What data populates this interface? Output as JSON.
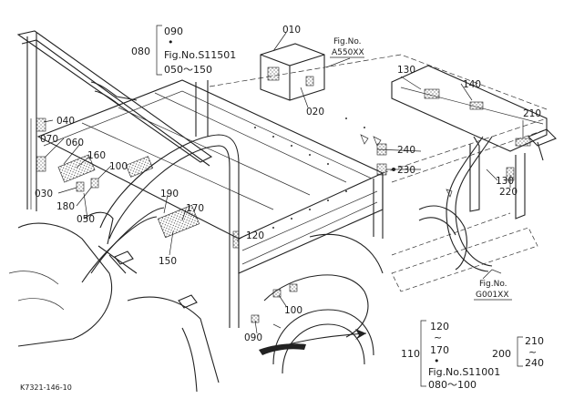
{
  "drawing": {
    "code": "K7321-146-10",
    "parts": [
      "010",
      "020",
      "030",
      "040",
      "050",
      "060",
      "070",
      "090",
      "100",
      "120",
      "130",
      "140",
      "150",
      "160",
      "170",
      "180",
      "190",
      "210",
      "220",
      "230",
      "240"
    ],
    "groups": {
      "g080": {
        "label": "080",
        "top": "090",
        "dot": "•",
        "ref": "Fig.No.S11501",
        "range": "050～150"
      },
      "g110": {
        "label": "110",
        "top": "120",
        "tilde": "~",
        "bottom": "170",
        "dot": "•",
        "ref": "Fig.No.S11001",
        "range": "080～100"
      },
      "g200": {
        "label": "200",
        "top": "210",
        "tilde": "~",
        "bottom": "240"
      }
    },
    "figrefs": [
      {
        "title": "Fig.No.",
        "code": "A550XX"
      },
      {
        "title": "Fig.No.",
        "code": "G001XX"
      }
    ]
  }
}
